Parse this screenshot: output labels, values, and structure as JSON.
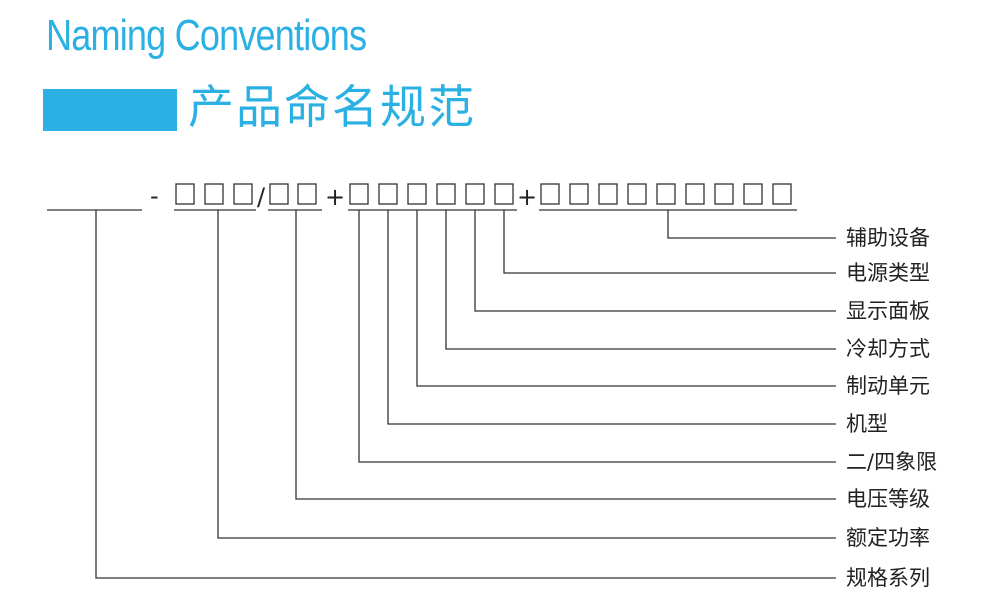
{
  "header": {
    "title_en": "Naming Conventions",
    "title_cn": "产品命名规范"
  },
  "code": {
    "dash": "-",
    "slash": "/",
    "plus": "+"
  },
  "labels": [
    "辅助设备",
    "电源类型",
    "显示面板",
    "冷却方式",
    "制动单元",
    "机型",
    "二/四象限",
    "电压等级",
    "额定功率",
    "规格系列"
  ],
  "colors": {
    "accent": "#2bb0e3",
    "line": "#333333"
  }
}
